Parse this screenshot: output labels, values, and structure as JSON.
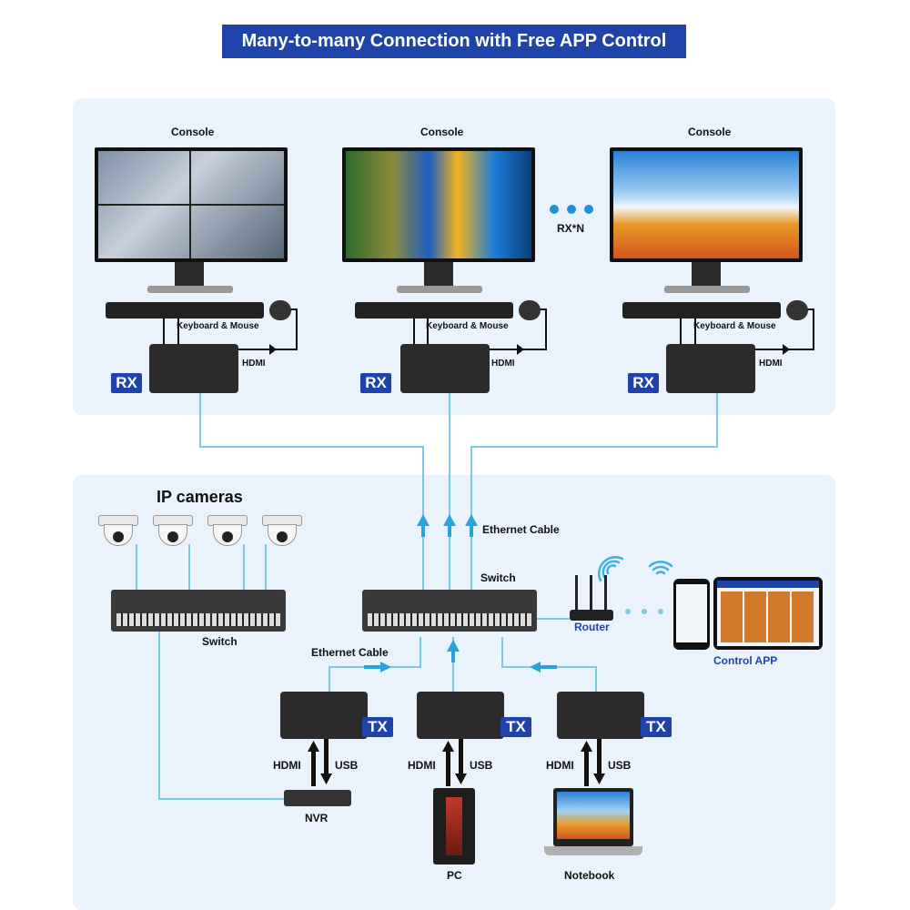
{
  "title": "Many-to-many Connection with Free APP Control",
  "top_section": {
    "consoles": [
      {
        "label": "Console",
        "peripheral_label": "Keyboard & Mouse",
        "link_label": "HDMI",
        "tag": "RX"
      },
      {
        "label": "Console",
        "peripheral_label": "Keyboard & Mouse",
        "link_label": "HDMI",
        "tag": "RX"
      },
      {
        "label": "Console",
        "peripheral_label": "Keyboard & Mouse",
        "link_label": "HDMI",
        "tag": "RX"
      }
    ],
    "more_label": "RX*N"
  },
  "bottom_section": {
    "cameras_label": "IP cameras",
    "switch_left_label": "Switch",
    "switch_center_label": "Switch",
    "ethernet_label_top": "Ethernet Cable",
    "ethernet_label_bottom": "Ethernet Cable",
    "router_label": "Router",
    "app_label": "Control APP",
    "transmitters": [
      {
        "tag": "TX",
        "hdmi": "HDMI",
        "usb": "USB",
        "device": "NVR"
      },
      {
        "tag": "TX",
        "hdmi": "HDMI",
        "usb": "USB",
        "device": "PC"
      },
      {
        "tag": "TX",
        "hdmi": "HDMI",
        "usb": "USB",
        "device": "Notebook"
      }
    ]
  },
  "colors": {
    "accent": "#1f43a8",
    "cable": "#7ec8e3",
    "panel": "#eaf3fb",
    "cable_arrow": "#29a3dc"
  }
}
